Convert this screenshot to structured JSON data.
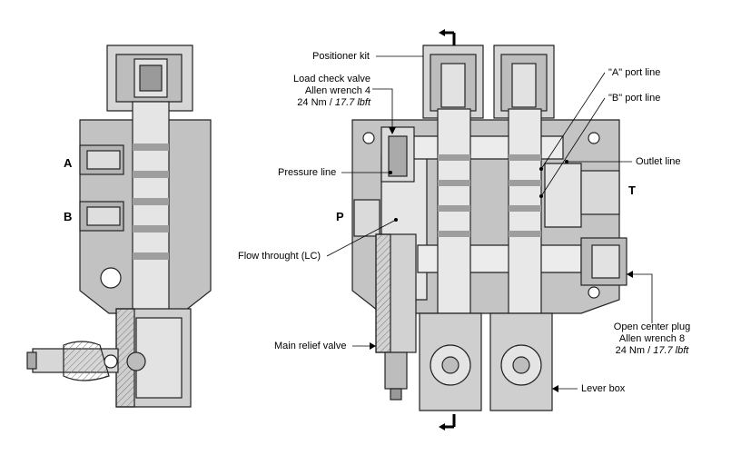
{
  "labels": {
    "positioner_kit": "Positioner kit",
    "load_check_valve": {
      "line1": "Load check valve",
      "line2": "Allen wrench 4",
      "line3_value": "24 Nm / ",
      "line3_italic": "17.7 lbft"
    },
    "pressure_line": "Pressure line",
    "flow_through": "Flow throught (LC)",
    "main_relief_valve": "Main relief valve",
    "a_port_line": "\"A\" port line",
    "b_port_line": "\"B\" port line",
    "outlet_line": "Outlet line",
    "open_center_plug": {
      "line1": "Open center plug",
      "line2": "Allen wrench 8",
      "line3_value": "24 Nm / ",
      "line3_italic": "17.7 lbft"
    },
    "lever_box": "Lever box"
  },
  "ports": {
    "a": "A",
    "b": "B",
    "p": "P",
    "t": "T"
  }
}
